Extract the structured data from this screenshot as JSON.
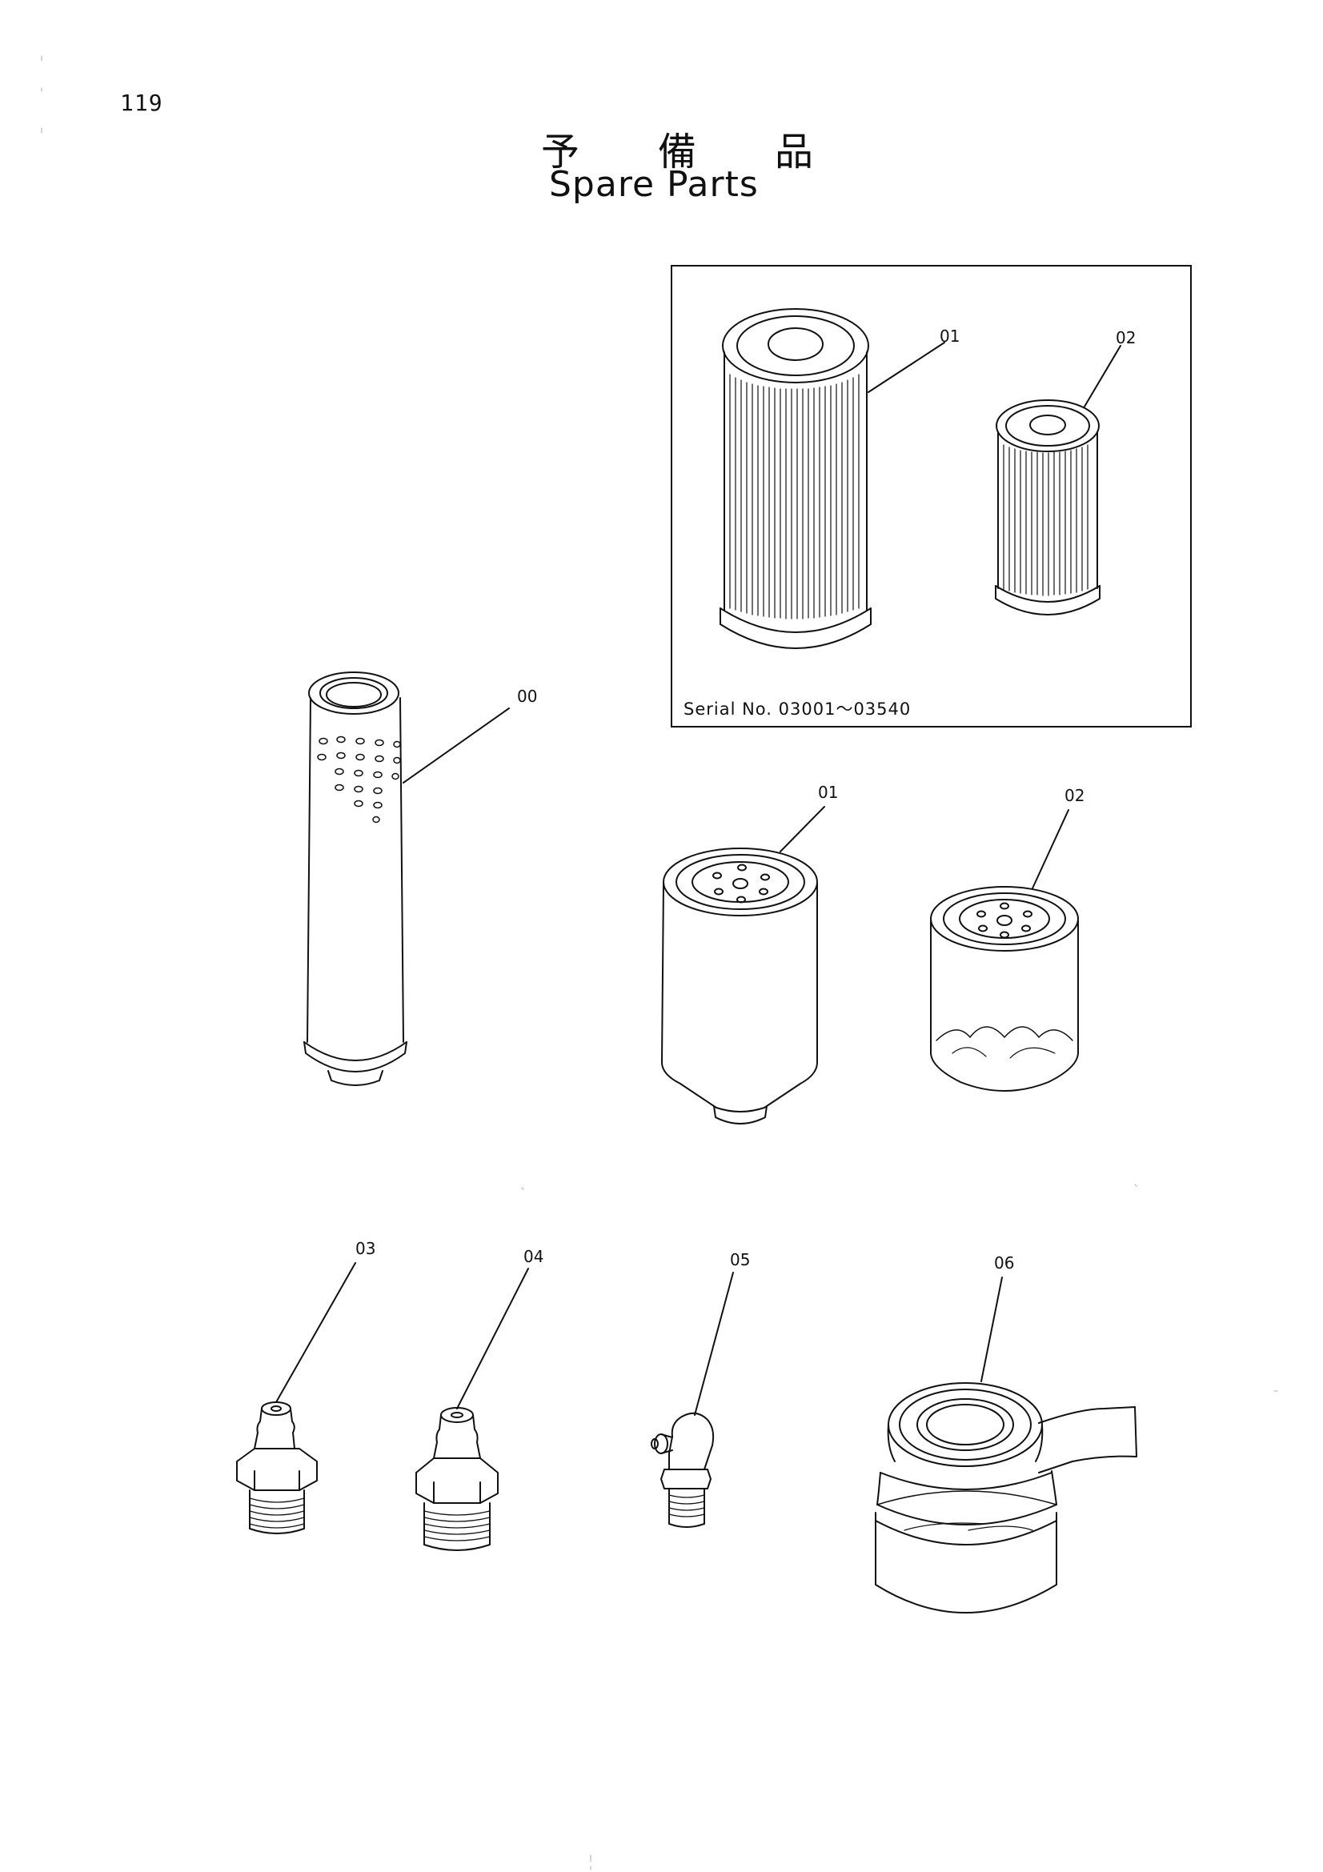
{
  "page": {
    "number": "119",
    "title_jp": [
      "予",
      "備",
      "品"
    ],
    "title_en": "Spare Parts"
  },
  "inset": {
    "serial_note": "Serial  No. 03001〜03540"
  },
  "callouts": {
    "inset_01": "01",
    "inset_02": "02",
    "p00": "00",
    "p01": "01",
    "p02": "02",
    "p03": "03",
    "p04": "04",
    "p05": "05",
    "p06": "06"
  },
  "colors": {
    "ink": "#111111",
    "paper": "#ffffff"
  },
  "icons": {
    "inset_01": "pleated-filter-element-large-icon",
    "inset_02": "pleated-filter-element-small-icon",
    "p00": "perforated-filter-tube-icon",
    "p01": "spin-on-fuel-filter-icon",
    "p02": "spin-on-oil-filter-icon",
    "p03": "grease-nipple-straight-icon",
    "p04": "grease-nipple-straight-large-icon",
    "p05": "grease-nipple-angled-icon",
    "p06": "seal-tape-roll-icon"
  }
}
